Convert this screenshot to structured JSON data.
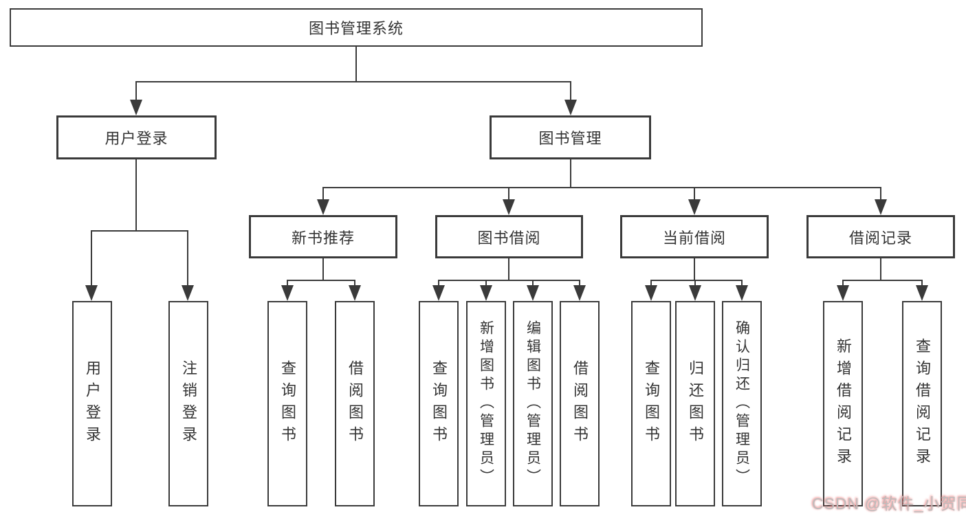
{
  "colors": {
    "line": "#3a3a3a",
    "text": "#333333",
    "background": "#ffffff",
    "watermark": "#bdbdbd",
    "watermark_shadow": "#e87b7b"
  },
  "diagram": {
    "root": {
      "label": "图书管理系统"
    },
    "level2": [
      {
        "label": "用户登录"
      },
      {
        "label": "图书管理"
      }
    ],
    "level3": [
      {
        "label": "新书推荐",
        "parent": "图书管理"
      },
      {
        "label": "图书借阅",
        "parent": "图书管理"
      },
      {
        "label": "当前借阅",
        "parent": "图书管理"
      },
      {
        "label": "借阅记录",
        "parent": "图书管理"
      }
    ],
    "leaves": [
      {
        "label": "用户登录",
        "parent": "用户登录"
      },
      {
        "label": "注销登录",
        "parent": "用户登录"
      },
      {
        "label": "查询图书",
        "parent": "新书推荐"
      },
      {
        "label": "借阅图书",
        "parent": "新书推荐"
      },
      {
        "label": "查询图书",
        "parent": "图书借阅"
      },
      {
        "label": "新增图书（管理员）",
        "parent": "图书借阅"
      },
      {
        "label": "编辑图书（管理员）",
        "parent": "图书借阅"
      },
      {
        "label": "借阅图书",
        "parent": "图书借阅"
      },
      {
        "label": "查询图书",
        "parent": "当前借阅"
      },
      {
        "label": "归还图书",
        "parent": "当前借阅"
      },
      {
        "label": "确认归还（管理员）",
        "parent": "当前借阅"
      },
      {
        "label": "新增借阅记录",
        "parent": "借阅记录"
      },
      {
        "label": "查询借阅记录",
        "parent": "借阅记录"
      }
    ]
  },
  "watermark": {
    "text": "CSDN @软件_小贺同学"
  }
}
